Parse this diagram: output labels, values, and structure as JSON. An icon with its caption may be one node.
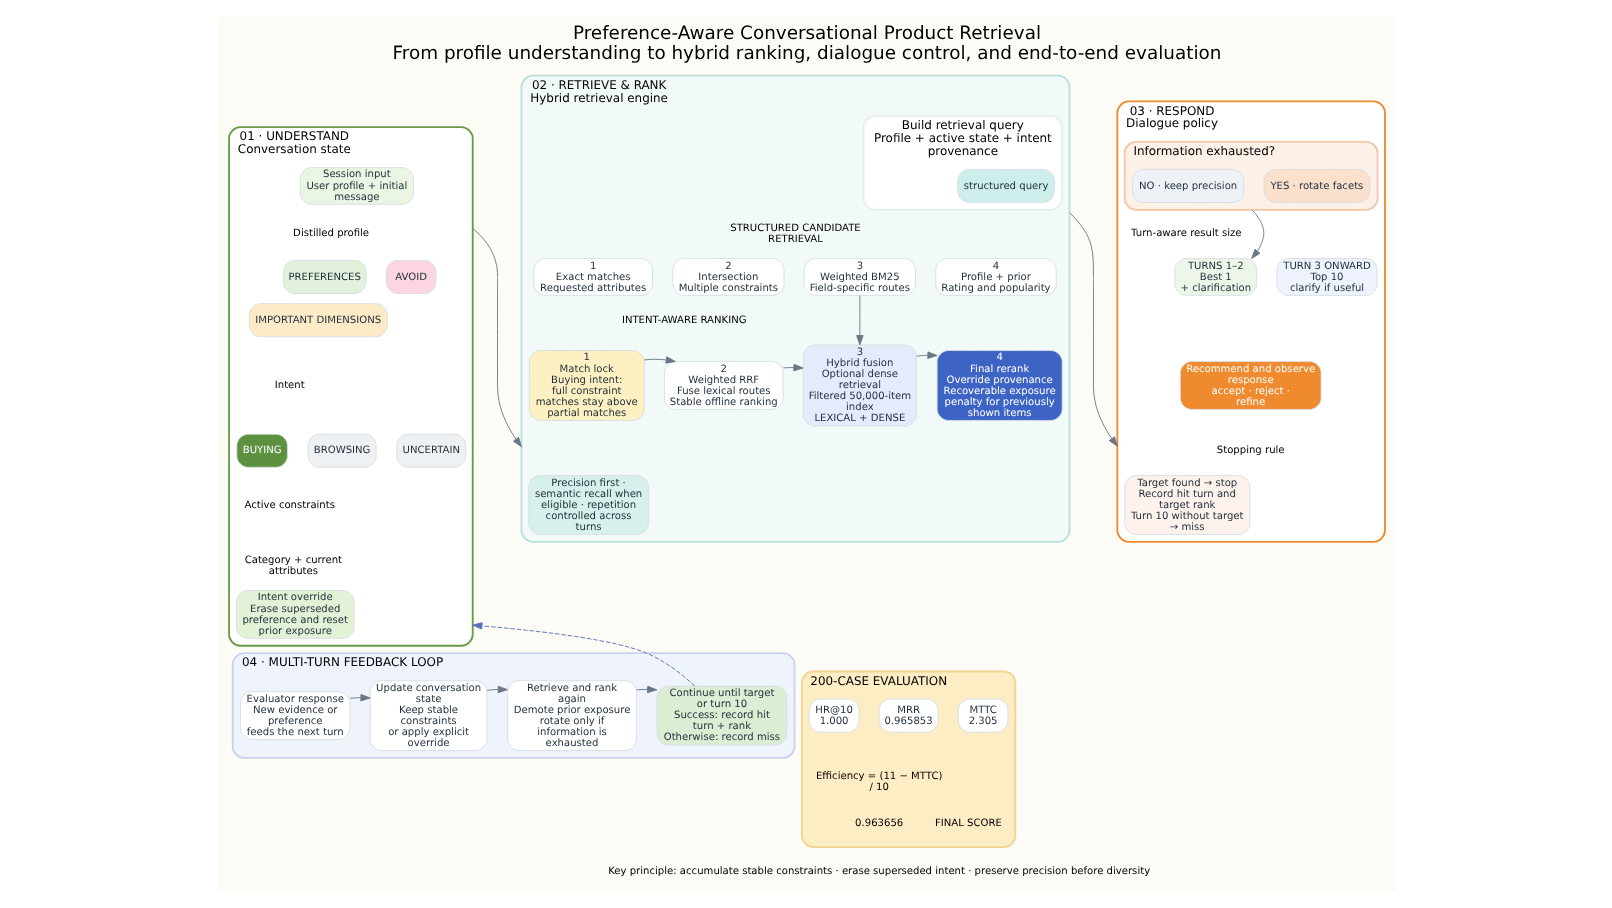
{
  "diagram": {
    "title": "Preference-Aware Conversational Product Retrieval",
    "caption": "From profile understanding to hybrid ranking, dialogue control, and end-to-end evaluation",
    "nodes": [
      {
        "text": [
          "01 · UNDERSTAND",
          "Conversation state"
        ]
      },
      {
        "text": [
          "Session input",
          "User profile + initial message"
        ],
        "in": 0
      },
      {
        "text": [
          "PREFERENCES"
        ],
        "in": 0
      },
      {
        "text": [
          "AVOID"
        ],
        "in": 0
      },
      {
        "text": [
          "IMPORTANT DIMENSIONS"
        ],
        "in": 0
      },
      {
        "text": [
          "BUYING"
        ],
        "in": 0
      },
      {
        "text": [
          "BROWSING"
        ],
        "in": 0
      },
      {
        "text": [
          "UNCERTAIN"
        ],
        "in": 0
      },
      {
        "text": [
          "Intent override",
          "Erase superseded preference and reset prior exposure"
        ],
        "in": 0
      },
      {
        "text": [
          "02 · RETRIEVE & RANK",
          "Hybrid retrieval engine"
        ]
      },
      {
        "text": [
          "Build retrieval query",
          "Profile + active state + intent provenance"
        ],
        "in": 9
      },
      {
        "text": [
          "structured query"
        ],
        "in": 10
      },
      {
        "text": [
          "1",
          "Exact matches",
          "Requested attributes"
        ],
        "in": 9
      },
      {
        "text": [
          "2",
          "Intersection",
          "Multiple constraints"
        ],
        "in": 9
      },
      {
        "text": [
          "3",
          "Weighted BM25",
          "Field-specific routes"
        ],
        "in": 9
      },
      {
        "text": [
          "4",
          "Profile + prior",
          "Rating and popularity"
        ],
        "in": 9
      },
      {
        "text": [
          "1",
          "Match lock",
          "Buying intent:",
          "full constraint matches stay above partial matches"
        ],
        "in": 9
      },
      {
        "text": [
          "2",
          "Weighted RRF",
          "Fuse lexical routes",
          "Stable offline ranking"
        ],
        "in": 9
      },
      {
        "text": [
          "3",
          "Hybrid fusion",
          "Optional dense retrieval",
          "Filtered 50,000-item index",
          "LEXICAL + DENSE"
        ],
        "in": 9
      },
      {
        "text": [
          "4",
          "Final rerank",
          "Override provenance",
          "Recoverable exposure penalty for previously shown items"
        ],
        "in": 9
      },
      {
        "text": [
          "Precision first · semantic recall when eligible · repetition controlled across turns"
        ],
        "in": 9
      },
      {
        "text": [
          "03 · RESPOND",
          "Dialogue policy"
        ]
      },
      {
        "text": [
          "Information exhausted?"
        ],
        "in": 21
      },
      {
        "text": [
          "NO · keep precision"
        ],
        "in": 22
      },
      {
        "text": [
          "YES · rotate facets"
        ],
        "in": 22
      },
      {
        "text": [
          "TURNS 1–2",
          "Best 1",
          "+ clarification"
        ],
        "in": 21
      },
      {
        "text": [
          "TURN 3 ONWARD",
          "Top 10",
          "clarify if useful"
        ],
        "in": 21
      },
      {
        "text": [
          "Recommend and observe response",
          "accept · reject · refine"
        ],
        "in": 21
      },
      {
        "text": [
          "Target found → stop",
          "Record hit turn and target rank",
          "Turn 10 without target → miss"
        ],
        "in": 21
      },
      {
        "text": [
          "04 · MULTI-TURN FEEDBACK LOOP"
        ]
      },
      {
        "text": [
          "Evaluator response",
          "New evidence or preference",
          "feeds the next turn"
        ],
        "in": 29
      },
      {
        "text": [
          "Update conversation state",
          "Keep stable constraints",
          "or apply explicit override"
        ],
        "in": 29
      },
      {
        "text": [
          "Retrieve and rank again",
          "Demote prior exposure",
          "rotate only if information is exhausted"
        ],
        "in": 29
      },
      {
        "text": [
          "Continue until target or turn 10",
          "Success: record hit turn + rank",
          "Otherwise: record miss"
        ],
        "in": 29
      },
      {
        "text": [
          "200-CASE EVALUATION"
        ]
      },
      {
        "text": [
          "HR@10",
          "1.000"
        ],
        "in": 34
      },
      {
        "text": [
          "MRR",
          "0.965853"
        ],
        "in": 34
      },
      {
        "text": [
          "MTTC",
          "2.305"
        ],
        "in": 34
      }
    ],
    "edges": [
      {
        "from": 0,
        "to": 9,
        "arrow": "to"
      },
      {
        "from": 9,
        "to": 21,
        "arrow": "to"
      },
      {
        "from": 14,
        "to": 18,
        "arrow": "to"
      },
      {
        "from": 16,
        "to": 17,
        "arrow": "to"
      },
      {
        "from": 17,
        "to": 18,
        "arrow": "to"
      },
      {
        "from": 18,
        "to": 19,
        "arrow": "to"
      },
      {
        "from": 22,
        "to": 25,
        "arrow": "to"
      },
      {
        "from": 30,
        "to": 31,
        "arrow": "to"
      },
      {
        "from": 31,
        "to": 32,
        "arrow": "to"
      },
      {
        "from": 32,
        "to": 33,
        "arrow": "to"
      },
      {
        "from": 33,
        "to": 0,
        "arrow": "to",
        "style": "dashed",
        "color": "#5b6fb8"
      }
    ],
    "labels": [
      "Distilled profile",
      "Intent",
      "Active constraints",
      "Category + current attributes",
      "STRUCTURED CANDIDATE RETRIEVAL",
      "INTENT-AWARE RANKING",
      "Turn-aware result size",
      "Stopping rule",
      "Efficiency = (11 − MTTC) / 10",
      "0.963656",
      "FINAL SCORE",
      "Key principle: accumulate stable constraints · erase superseded intent · preserve precision before diversity"
    ]
  }
}
